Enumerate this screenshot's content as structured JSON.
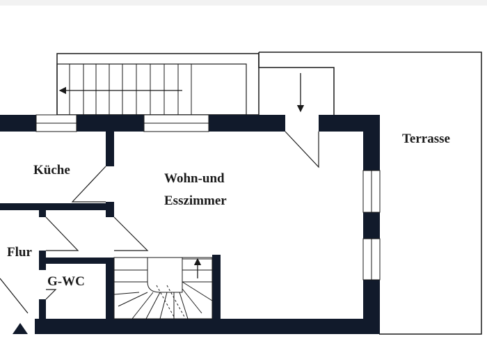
{
  "plan": {
    "rooms": {
      "kueche": "Küche",
      "wohn_line1": "Wohn-und",
      "wohn_line2": "Esszimmer",
      "terrasse": "Terrasse",
      "flur": "Flur",
      "gwc": "G-WC"
    }
  },
  "colors": {
    "wall": "#111a2b",
    "line": "#1a1a1a",
    "background": "#ffffff",
    "top_band": "#f2f2f2"
  }
}
